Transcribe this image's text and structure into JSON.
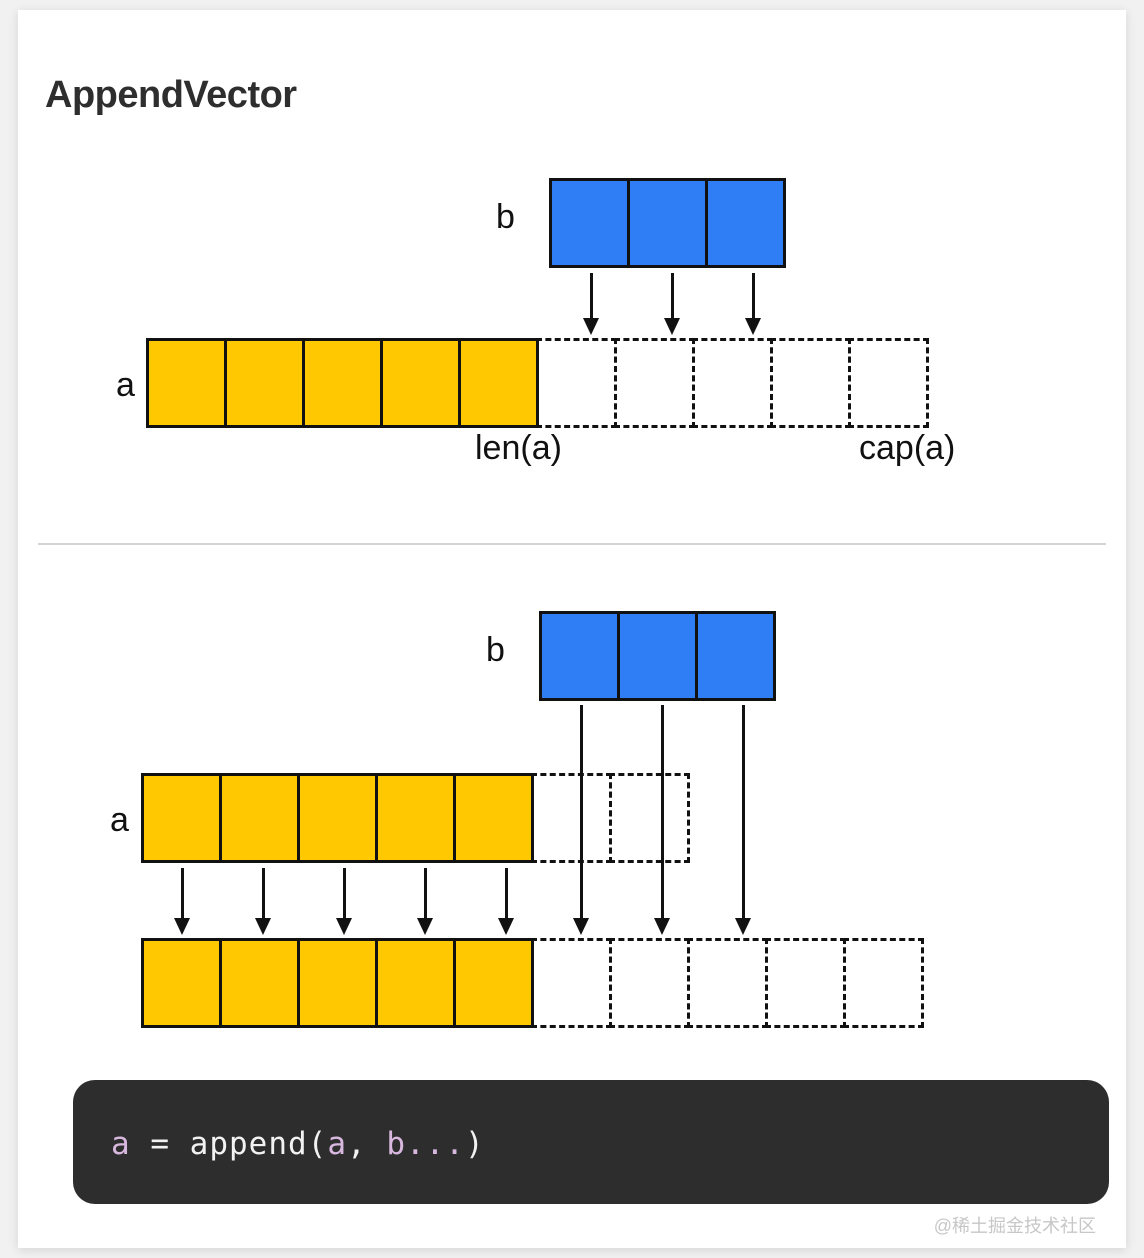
{
  "card": {
    "title": "AppendVector",
    "watermark": "@稀土掘金技术社区"
  },
  "colors": {
    "slice_a_fill": "#ffc800",
    "slice_b_fill": "#2f7ef5",
    "cell_border": "#111111",
    "card_bg": "#ffffff",
    "page_bg": "#f1f1f1",
    "divider": "#d4d4d4",
    "code_bg": "#2d2d2d",
    "code_text": "#f2f2f2",
    "code_var": "#d9b8e0",
    "title_text": "#2e2e2e",
    "watermark_text": "#c7c7c7"
  },
  "section_before": {
    "b_label": "b",
    "b_cells": 3,
    "a_label": "a",
    "a_filled_cells": 5,
    "a_empty_cells": 5,
    "len_caption": "len(a)",
    "cap_caption": "cap(a)",
    "copy_arrows": 3
  },
  "section_after": {
    "b_label": "b",
    "b_cells": 3,
    "a_label": "a",
    "a_filled_cells": 5,
    "a_empty_cells": 2,
    "result_filled_cells": 5,
    "result_empty_cells": 5,
    "a_move_arrows": 5,
    "b_move_arrows": 3
  },
  "code": {
    "prefix_var": "a",
    "assign": " = append(",
    "arg1_var": "a",
    "separator": ", ",
    "arg2_var": "b...",
    "suffix": ")",
    "full": "a = append(a, b...)"
  }
}
